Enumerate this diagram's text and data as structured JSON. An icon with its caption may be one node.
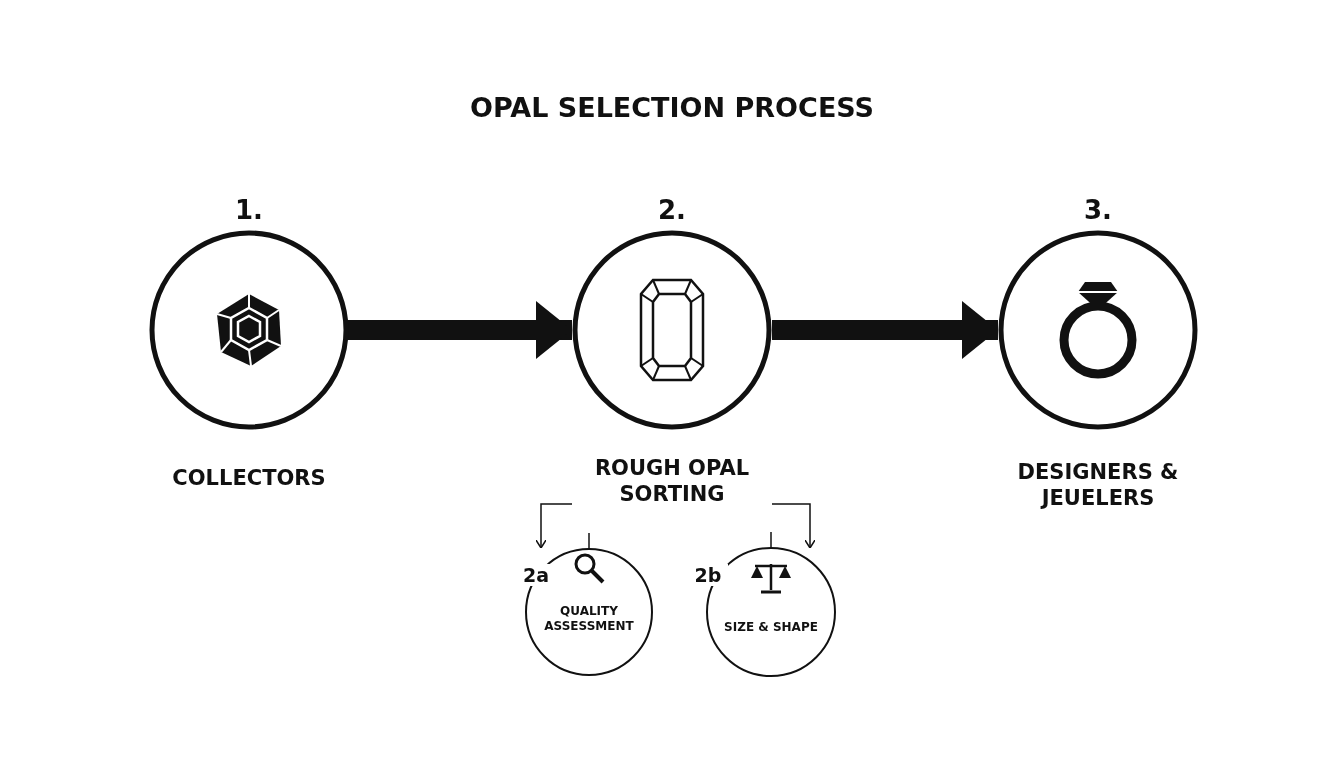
{
  "diagram": {
    "title": "OPAL SELECTION PROCESS",
    "nodes": [
      {
        "text": [
          "1.",
          "COLLECTORS"
        ]
      },
      {
        "text": [
          "2.",
          "ROUGH OPAL SORTING"
        ]
      },
      {
        "text": [
          "3.",
          "DESIGNERS & JEUELERS"
        ]
      },
      {
        "text": [
          "2a",
          "QUALITY ASSESSMENT"
        ]
      },
      {
        "text": [
          "2b",
          "SIZE & SHAPE"
        ]
      }
    ],
    "edges": [
      {
        "from": 0,
        "to": 1,
        "arrow": "to",
        "style": "thick"
      },
      {
        "from": 1,
        "to": 2,
        "arrow": "to",
        "style": "thick"
      },
      {
        "from": 1,
        "to": 3,
        "arrow": "to"
      },
      {
        "from": 1,
        "to": 4,
        "arrow": "to"
      }
    ]
  }
}
